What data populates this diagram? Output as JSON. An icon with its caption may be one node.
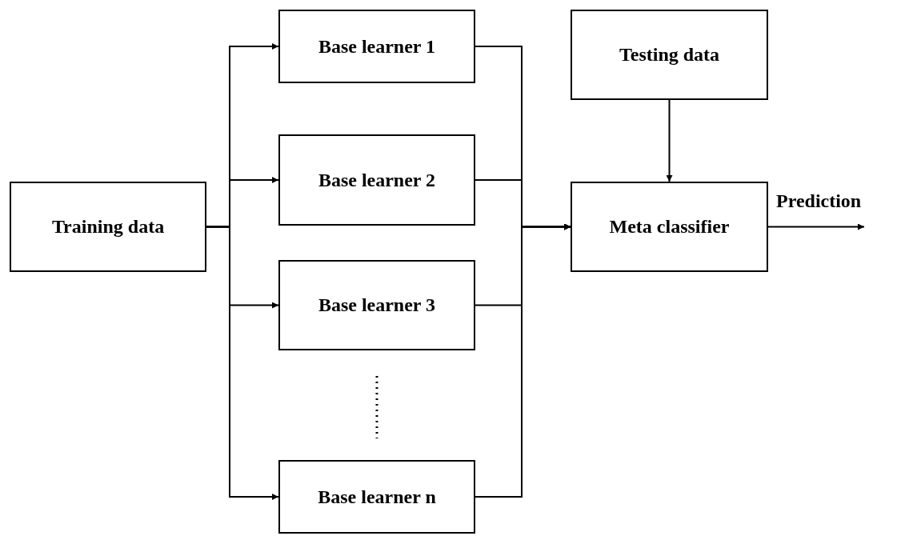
{
  "diagram": {
    "nodes": [
      {
        "text": [
          "Training data"
        ]
      },
      {
        "text": [
          "Base learner 1"
        ]
      },
      {
        "text": [
          "Base learner 2"
        ]
      },
      {
        "text": [
          "Base learner 3"
        ]
      },
      {
        "text": [
          "Base learner n"
        ]
      },
      {
        "text": [
          "Testing data"
        ]
      },
      {
        "text": [
          "Meta classifier"
        ]
      }
    ],
    "edges": [
      {
        "from": 0,
        "to": 1,
        "arrow": "to"
      },
      {
        "from": 0,
        "to": 2,
        "arrow": "to"
      },
      {
        "from": 0,
        "to": 3,
        "arrow": "to"
      },
      {
        "from": 0,
        "to": 4,
        "arrow": "to"
      },
      {
        "from": 1,
        "to": 6,
        "arrow": "to"
      },
      {
        "from": 2,
        "to": 6,
        "arrow": "to"
      },
      {
        "from": 3,
        "to": 6,
        "arrow": "to"
      },
      {
        "from": 4,
        "to": 6,
        "arrow": "to"
      },
      {
        "from": 5,
        "to": 6,
        "arrow": "to"
      },
      {
        "from": 6,
        "to": null,
        "arrow": "to",
        "label": "Prediction"
      }
    ]
  }
}
